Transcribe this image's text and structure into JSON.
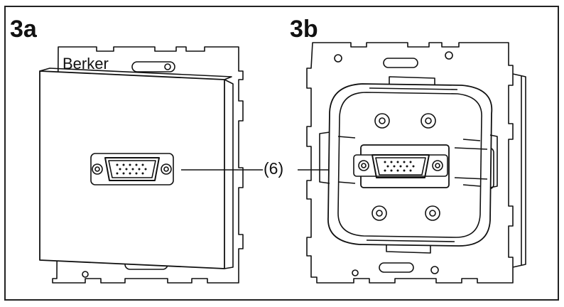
{
  "figures": [
    {
      "label": "3a"
    },
    {
      "label": "3b"
    }
  ],
  "brand_text": "Berker",
  "callout": "(6)",
  "colors": {
    "line": "#111111",
    "background": "#ffffff"
  }
}
